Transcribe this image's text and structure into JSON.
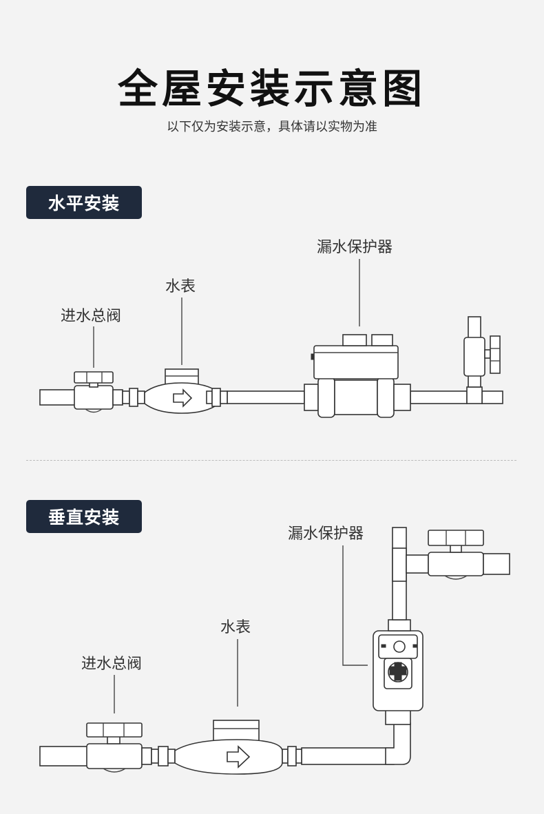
{
  "header": {
    "title": "全屋安装示意图",
    "subtitle": "以下仅为安装示意，具体请以实物为准"
  },
  "horizontal": {
    "tag": "水平安装",
    "labels": {
      "main_valve": "进水总阀",
      "water_meter": "水表",
      "leak_protector": "漏水保护器"
    }
  },
  "vertical": {
    "tag": "垂直安装",
    "labels": {
      "main_valve": "进水总阀",
      "water_meter": "水表",
      "leak_protector": "漏水保护器"
    }
  },
  "icons": [
    "arrow-right-icon"
  ]
}
